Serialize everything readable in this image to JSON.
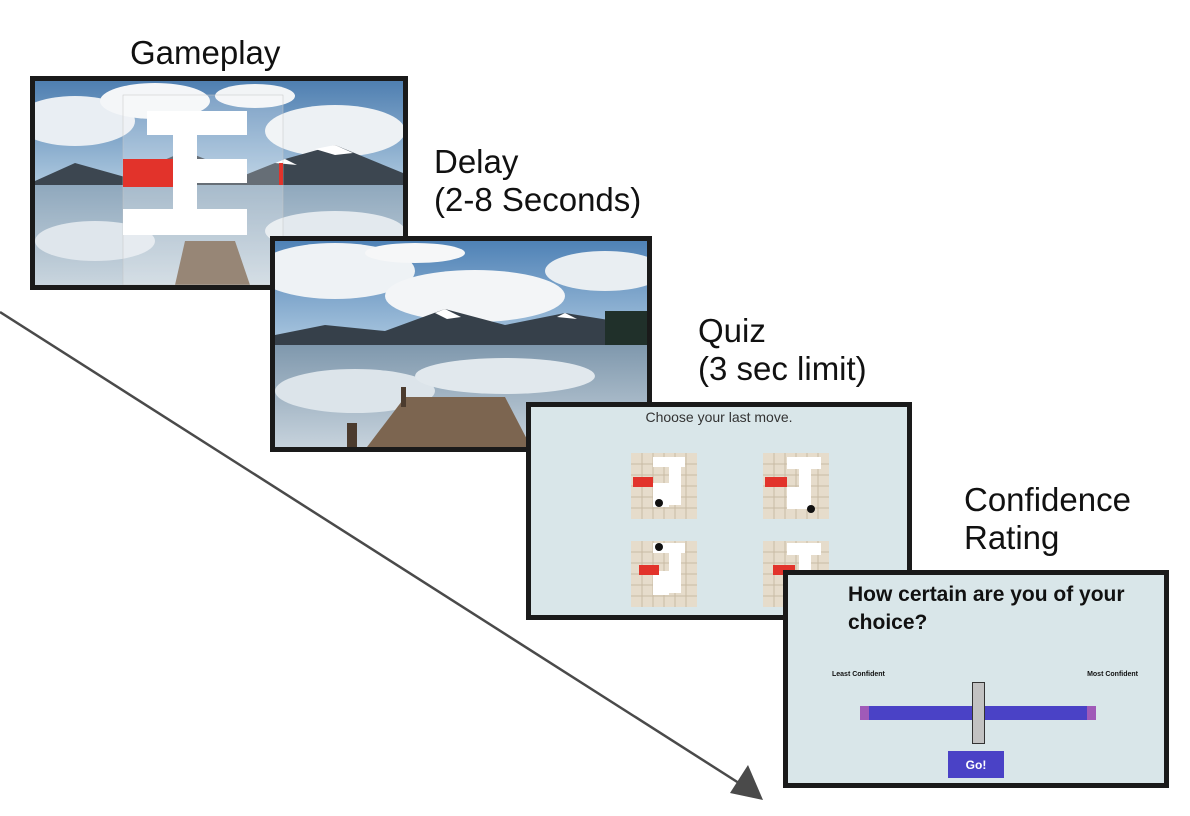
{
  "stages": [
    {
      "id": "gameplay",
      "label": "Gameplay"
    },
    {
      "id": "delay",
      "label": "Delay\n(2-8 Seconds)"
    },
    {
      "id": "quiz",
      "label": "Quiz\n(3 sec limit)"
    },
    {
      "id": "confidence",
      "label": "Confidence\nRating"
    }
  ],
  "quiz": {
    "prompt": "Choose your last move.",
    "option_count": 4
  },
  "confidence": {
    "question": "How certain are you of your choice?",
    "min_label": "Least Confident",
    "max_label": "Most Confident",
    "slider_value": 0.5,
    "submit_label": "Go!"
  },
  "colors": {
    "sky": "#6f9cc4",
    "maze_wall": "#ffffff",
    "maze_goal": "#e2332b",
    "maze_floor": "#e6dccb",
    "panel_bg": "#d9e6e9",
    "slider": "#4a42c6",
    "slider_cap": "#a05ab8"
  }
}
